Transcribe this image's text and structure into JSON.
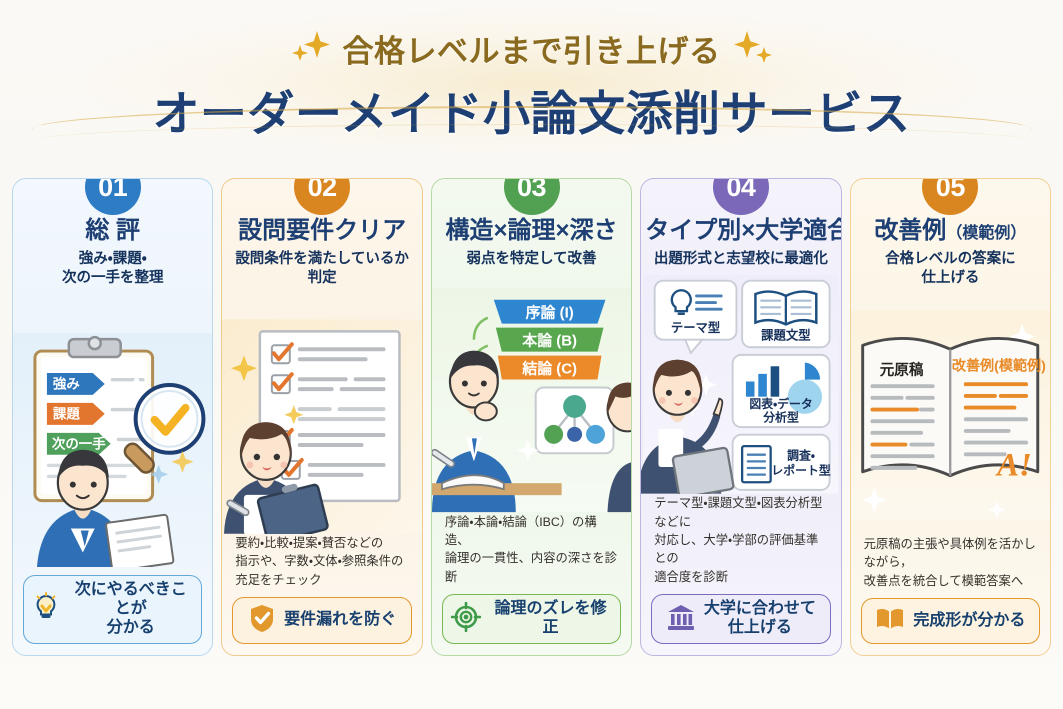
{
  "header": {
    "subtitle": "合格レベルまで引き上げる",
    "title": "オーダーメイド小論文添削サービス",
    "sparkle_icon": "sparkle-icon"
  },
  "colors": {
    "title_navy": "#1d3f73",
    "subtitle_gold": "#8a6a1e",
    "blue": "#2e7cc4",
    "orange": "#d98520",
    "green": "#52a052",
    "purple": "#7b68b8"
  },
  "cards": [
    {
      "number": "01",
      "badge_color": "#2e7cc4",
      "title": "総 評",
      "title_small": "",
      "subtitle": "強み・課題・\n次の一手を整理",
      "body": "",
      "footer_label": "次にやるべきことが\n分かる",
      "footer_icon": "lightbulb-icon",
      "art": {
        "type": "clipboard-magnifier",
        "tags": [
          "強み",
          "課題",
          "次の一手"
        ],
        "tag_colors": [
          "#2f77bd",
          "#e2762f",
          "#4fa05c"
        ]
      }
    },
    {
      "number": "02",
      "badge_color": "#d98520",
      "title": "設問要件クリア",
      "title_small": "",
      "subtitle": "設問条件を満たしているか\n判定",
      "body": "要約・比較・提案・賛否などの\n指示や、字数・文体・参照条件の\n充足をチェック",
      "footer_label": "要件漏れを防ぐ",
      "footer_icon": "shield-check-icon",
      "art": {
        "type": "checklist-woman",
        "check_color": "#e2762f"
      }
    },
    {
      "number": "03",
      "badge_color": "#52a052",
      "title": "構造×論理×深さ",
      "title_small": "",
      "subtitle": "弱点を特定して改善",
      "body": "序論・本論・結論（IBC）の構造、\n論理の一貫性、内容の深さを診断",
      "footer_label": "論理のズレを修正",
      "footer_icon": "target-icon",
      "art": {
        "type": "ibc-structure",
        "bars": [
          "序論 (I)",
          "本論 (B)",
          "結論 (C)"
        ],
        "bar_colors": [
          "#2f86d0",
          "#58a74e",
          "#ec8a2a"
        ],
        "node_colors": [
          "#4aa88f",
          "#53a254",
          "#3a63a8",
          "#4ea3d8"
        ]
      }
    },
    {
      "number": "04",
      "badge_color": "#7b68b8",
      "title": "タイプ別×大学適合",
      "title_small": "",
      "subtitle": "出題形式と志望校に最適化",
      "body": "テーマ型・課題文型・図表分析型などに\n対応し、大学・学部の評価基準との\n適合度を診断",
      "footer_label": "大学に合わせて\n仕上げる",
      "footer_icon": "bank-icon",
      "art": {
        "type": "type-tiles",
        "tiles": [
          {
            "label": "テーマ型",
            "icon": "lightbulb-icon"
          },
          {
            "label": "課題文型",
            "icon": "open-book-icon"
          },
          {
            "label": "図表・データ\n分析型",
            "icon": "chart-pie-icon"
          },
          {
            "label": "調査・\nレポート型",
            "icon": "document-lines-icon"
          }
        ]
      }
    },
    {
      "number": "05",
      "badge_color": "#d98520",
      "title": "改善例",
      "title_small": "（模範例）",
      "subtitle": "合格レベルの答案に\n仕上げる",
      "body": "元原稿の主張や具体例を活かしながら，\n改善点を統合して模範答案へ",
      "footer_label": "完成形が分かる",
      "footer_icon": "open-book-icon",
      "art": {
        "type": "open-book-compare",
        "left_page_label": "元原稿",
        "right_page_label": "改善例(模範例)",
        "grade_mark": "A!",
        "highlight_color": "#e88b28"
      }
    }
  ]
}
